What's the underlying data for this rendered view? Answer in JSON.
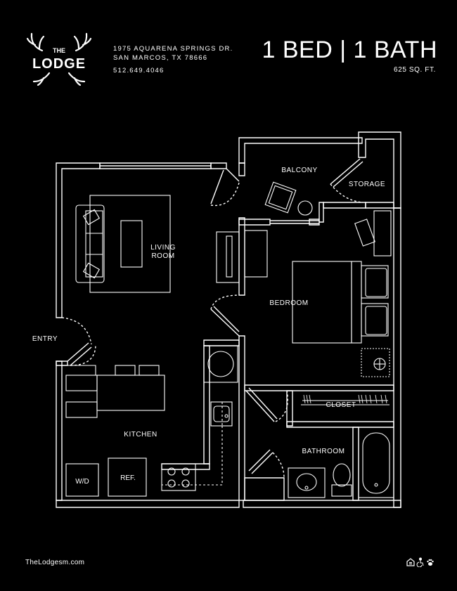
{
  "brand": {
    "logo_text": "THE LODGE"
  },
  "header": {
    "address_line1": "1975 AQUARENA SPRINGS DR.",
    "address_line2": "SAN MARCOS, TX 78666",
    "phone": "512.649.4046",
    "title": "1 BED | 1 BATH",
    "sqft": "625 SQ. FT."
  },
  "rooms": {
    "balcony": "BALCONY",
    "storage": "STORAGE",
    "living_1": "LIVING",
    "living_2": "ROOM",
    "bedroom": "BEDROOM",
    "entry": "ENTRY",
    "kitchen": "KITCHEN",
    "closet": "CLOSET",
    "bathroom": "BATHROOM"
  },
  "appliances": {
    "washer_dryer": "W/D",
    "refrigerator": "REF."
  },
  "footer": {
    "website": "TheLodgesm.com",
    "icons": [
      "equal-housing-icon",
      "accessibility-icon",
      "pet-friendly-icon"
    ]
  },
  "colors": {
    "background": "#000000",
    "lines": "#ffffff"
  }
}
